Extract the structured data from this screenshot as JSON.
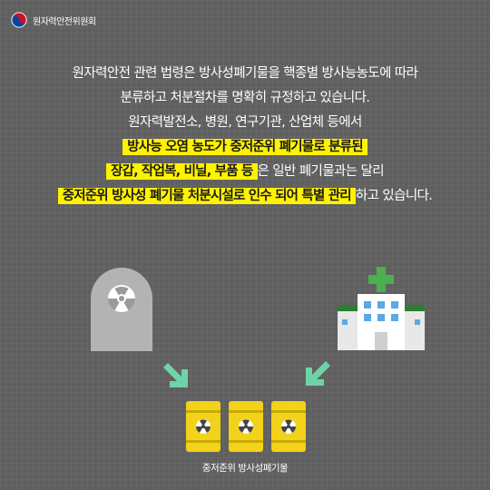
{
  "header": {
    "org_name": "원자력안전위원회"
  },
  "body": {
    "line1": "원자력안전 관련 법령은 방사성폐기물을 핵종별 방사능농도에 따라",
    "line2": "분류하고 처분절차를 명확히 규정하고 있습니다.",
    "line3": "원자력발전소, 병원, 연구기관, 산업체 등에서",
    "line4_highlight": "방사능 오염 농도가 중저준위 폐기물로 분류된",
    "line5_highlight": "장갑, 작업복, 비닐, 부품 등",
    "line5_rest": "은 일반 폐기물과는 달리",
    "line6_highlight": "중저준위 방사성 폐기물 처분시설로 인수 되어 특별 관리",
    "line6_rest": "하고 있습니다."
  },
  "illustration": {
    "icons": [
      "radiation-tombstone-icon",
      "hospital-icon",
      "arrow-down-right-icon",
      "arrow-down-left-icon",
      "radioactive-barrel-icon"
    ],
    "caption": "중저준위 방사성폐기물"
  },
  "colors": {
    "background": "#5f5f5f",
    "highlight": "#fff200",
    "arrow": "#6fd3a8",
    "barrel": "#f2d21b",
    "cross": "#4caf50",
    "tomb": "#b3b3b3"
  }
}
